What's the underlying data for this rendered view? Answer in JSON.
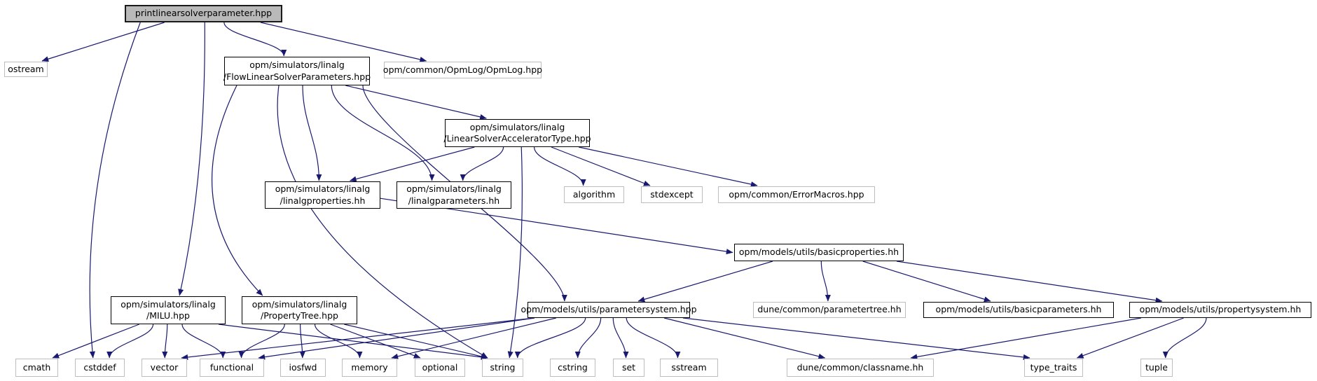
{
  "diagram": {
    "name": "include-dependency-graph",
    "root": "printlinearsolverparameter.hpp",
    "colors": {
      "edge": "#191970",
      "main_node_fill": "#b9b9b9",
      "internal_border": "#000000",
      "external_border": "#bdbdbd",
      "background": "#ffffff"
    },
    "nodes": [
      {
        "id": "title",
        "label": "printlinearsolverparameter.hpp",
        "kind": "main"
      },
      {
        "id": "ostream",
        "label": "ostream",
        "kind": "external"
      },
      {
        "id": "flow",
        "label": "opm/simulators/linalg\n/FlowLinearSolverParameters.hpp",
        "kind": "internal"
      },
      {
        "id": "opmlog",
        "label": "opm/common/OpmLog/OpmLog.hpp",
        "kind": "external"
      },
      {
        "id": "lsat",
        "label": "opm/simulators/linalg\n/LinearSolverAcceleratorType.hpp",
        "kind": "internal"
      },
      {
        "id": "linalgprops",
        "label": "opm/simulators/linalg\n/linalgproperties.hh",
        "kind": "internal"
      },
      {
        "id": "linalgparams",
        "label": "opm/simulators/linalg\n/linalgparameters.hh",
        "kind": "internal"
      },
      {
        "id": "algorithm",
        "label": "algorithm",
        "kind": "external"
      },
      {
        "id": "stdexcept",
        "label": "stdexcept",
        "kind": "external"
      },
      {
        "id": "errormacros",
        "label": "opm/common/ErrorMacros.hpp",
        "kind": "external"
      },
      {
        "id": "basicproperties",
        "label": "opm/models/utils/basicproperties.hh",
        "kind": "internal"
      },
      {
        "id": "milu",
        "label": "opm/simulators/linalg\n/MILU.hpp",
        "kind": "internal"
      },
      {
        "id": "proptree",
        "label": "opm/simulators/linalg\n/PropertyTree.hpp",
        "kind": "internal"
      },
      {
        "id": "paramsys",
        "label": "opm/models/utils/parametersystem.hpp",
        "kind": "internal"
      },
      {
        "id": "paramtree",
        "label": "dune/common/parametertree.hh",
        "kind": "external"
      },
      {
        "id": "basicparams",
        "label": "opm/models/utils/basicparameters.hh",
        "kind": "internal"
      },
      {
        "id": "propsys",
        "label": "opm/models/utils/propertysystem.hh",
        "kind": "internal"
      },
      {
        "id": "cmath",
        "label": "cmath",
        "kind": "external"
      },
      {
        "id": "cstddef",
        "label": "cstddef",
        "kind": "external"
      },
      {
        "id": "vector",
        "label": "vector",
        "kind": "external"
      },
      {
        "id": "functional",
        "label": "functional",
        "kind": "external"
      },
      {
        "id": "iosfwd",
        "label": "iosfwd",
        "kind": "external"
      },
      {
        "id": "memory",
        "label": "memory",
        "kind": "external"
      },
      {
        "id": "optional",
        "label": "optional",
        "kind": "external"
      },
      {
        "id": "string",
        "label": "string",
        "kind": "external"
      },
      {
        "id": "cstring",
        "label": "cstring",
        "kind": "external"
      },
      {
        "id": "set",
        "label": "set",
        "kind": "external"
      },
      {
        "id": "sstream",
        "label": "sstream",
        "kind": "external"
      },
      {
        "id": "classname",
        "label": "dune/common/classname.hh",
        "kind": "external"
      },
      {
        "id": "typetraits",
        "label": "type_traits",
        "kind": "external"
      },
      {
        "id": "tuple",
        "label": "tuple",
        "kind": "external"
      }
    ],
    "edges": [
      {
        "from": "title",
        "to": "ostream"
      },
      {
        "from": "title",
        "to": "flow"
      },
      {
        "from": "title",
        "to": "opmlog"
      },
      {
        "from": "title",
        "to": "milu"
      },
      {
        "from": "title",
        "to": "cstddef"
      },
      {
        "from": "flow",
        "to": "lsat"
      },
      {
        "from": "flow",
        "to": "linalgprops"
      },
      {
        "from": "flow",
        "to": "linalgparams"
      },
      {
        "from": "flow",
        "to": "proptree"
      },
      {
        "from": "flow",
        "to": "string"
      },
      {
        "from": "flow",
        "to": "paramsys"
      },
      {
        "from": "lsat",
        "to": "linalgprops"
      },
      {
        "from": "lsat",
        "to": "linalgparams"
      },
      {
        "from": "lsat",
        "to": "algorithm"
      },
      {
        "from": "lsat",
        "to": "stdexcept"
      },
      {
        "from": "lsat",
        "to": "errormacros"
      },
      {
        "from": "lsat",
        "to": "string"
      },
      {
        "from": "linalgprops",
        "to": "basicproperties"
      },
      {
        "from": "basicproperties",
        "to": "paramsys"
      },
      {
        "from": "basicproperties",
        "to": "paramtree"
      },
      {
        "from": "basicproperties",
        "to": "basicparams"
      },
      {
        "from": "basicproperties",
        "to": "propsys"
      },
      {
        "from": "milu",
        "to": "cmath"
      },
      {
        "from": "milu",
        "to": "cstddef"
      },
      {
        "from": "milu",
        "to": "vector"
      },
      {
        "from": "milu",
        "to": "functional"
      },
      {
        "from": "milu",
        "to": "string"
      },
      {
        "from": "proptree",
        "to": "functional"
      },
      {
        "from": "proptree",
        "to": "iosfwd"
      },
      {
        "from": "proptree",
        "to": "memory"
      },
      {
        "from": "proptree",
        "to": "optional"
      },
      {
        "from": "proptree",
        "to": "string"
      },
      {
        "from": "paramsys",
        "to": "vector"
      },
      {
        "from": "paramsys",
        "to": "functional"
      },
      {
        "from": "paramsys",
        "to": "memory"
      },
      {
        "from": "paramsys",
        "to": "string"
      },
      {
        "from": "paramsys",
        "to": "cstring"
      },
      {
        "from": "paramsys",
        "to": "set"
      },
      {
        "from": "paramsys",
        "to": "sstream"
      },
      {
        "from": "paramsys",
        "to": "classname"
      },
      {
        "from": "paramsys",
        "to": "typetraits"
      },
      {
        "from": "propsys",
        "to": "classname"
      },
      {
        "from": "propsys",
        "to": "typetraits"
      },
      {
        "from": "propsys",
        "to": "tuple"
      }
    ]
  }
}
